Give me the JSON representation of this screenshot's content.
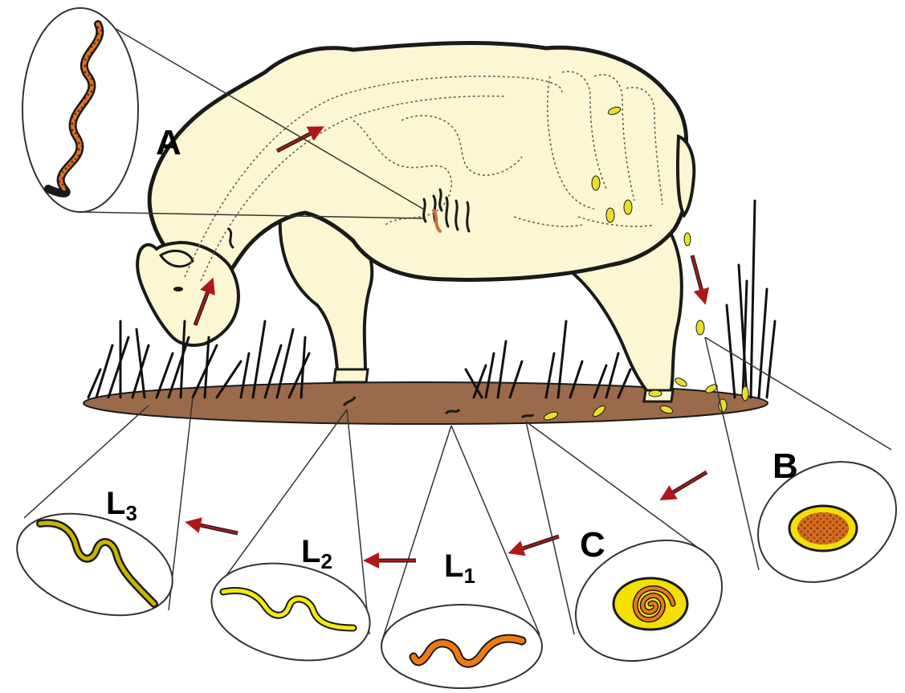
{
  "labels": {
    "A": "A",
    "B": "B",
    "C": "C",
    "L1": {
      "main": "L",
      "sub": "1"
    },
    "L2": {
      "main": "L",
      "sub": "2"
    },
    "L3": {
      "main": "L",
      "sub": "3"
    }
  },
  "colors": {
    "sheep_body": "#fbf7d2",
    "outline": "#1a1a1a",
    "soil": "#9a6a4a",
    "grass": "#111111",
    "arrow": "#8b1a1a",
    "egg_shell": "#f3e000",
    "egg_inner": "#c0521a",
    "larva_L1": "#f07a12",
    "larva_L2": "#f4ea10",
    "larva_L3": "#c9b400",
    "adult_worm": "#b06848",
    "dung_pellet": "#e8df2c"
  },
  "icons": {
    "sheep": "grazing-sheep-illustration",
    "worm": "nematode-worm-icon",
    "egg": "nematode-egg-icon",
    "grass": "grass-tuft-icon",
    "arrow": "red-arrow-icon"
  }
}
